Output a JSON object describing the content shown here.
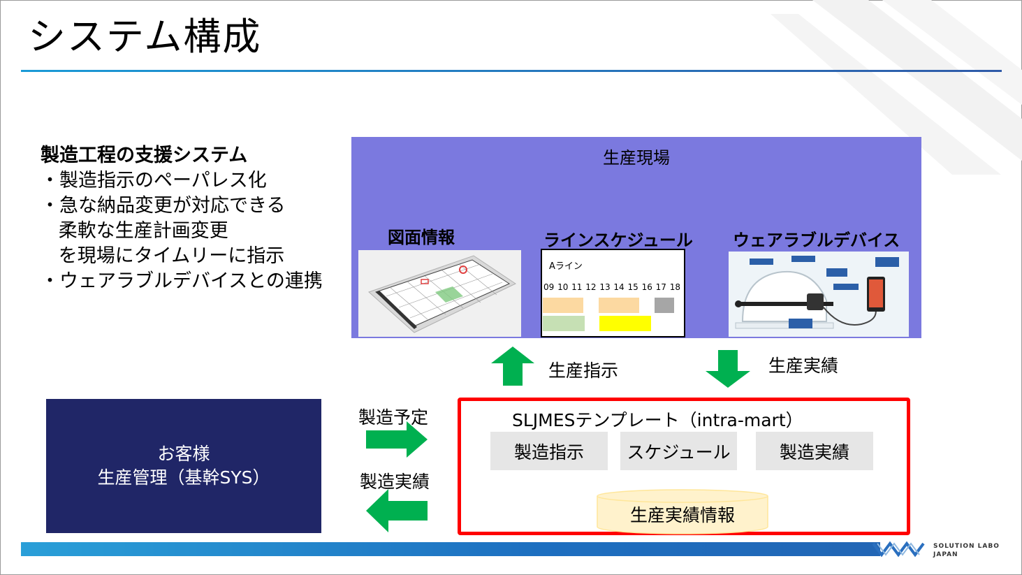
{
  "slide": {
    "title": "システム構成",
    "bullets": {
      "heading": "製造工程の支援システム",
      "lines": [
        "・製造指示のペーパレス化",
        "・急な納品変更が対応できる",
        "   柔軟な生産計画変更",
        "   を現場にタイムリーに指示",
        "・ウェアラブルデバイスとの連携"
      ]
    }
  },
  "site": {
    "title": "生産現場",
    "drawing_label": "図面情報",
    "schedule_label": "ラインスケジュール",
    "wearable_label": "ウェアラブルデバイス",
    "schedule": {
      "line_name": "Aライン",
      "hours": "09 10 11 12 13 14 15 16 17 18",
      "colors": [
        "#fcd9a1",
        "#c6e0b4",
        "#ffff00",
        "#a6a6a6"
      ]
    }
  },
  "arrows": {
    "instruction": "生産指示",
    "result": "生産実績",
    "plan_in": "製造予定",
    "result_out": "製造実績",
    "color": "#00b050"
  },
  "client": {
    "line1": "お客様",
    "line2": "生産管理（基幹SYS）"
  },
  "template": {
    "title": "SLJMESテンプレート（intra-mart）",
    "modules": [
      "製造指示",
      "スケジュール",
      "製造実績"
    ],
    "db": "生産実績情報",
    "border_color": "#ff0000"
  },
  "footer": {
    "logo_line1": "SOLUTION LABO",
    "logo_line2": "JAPAN"
  }
}
